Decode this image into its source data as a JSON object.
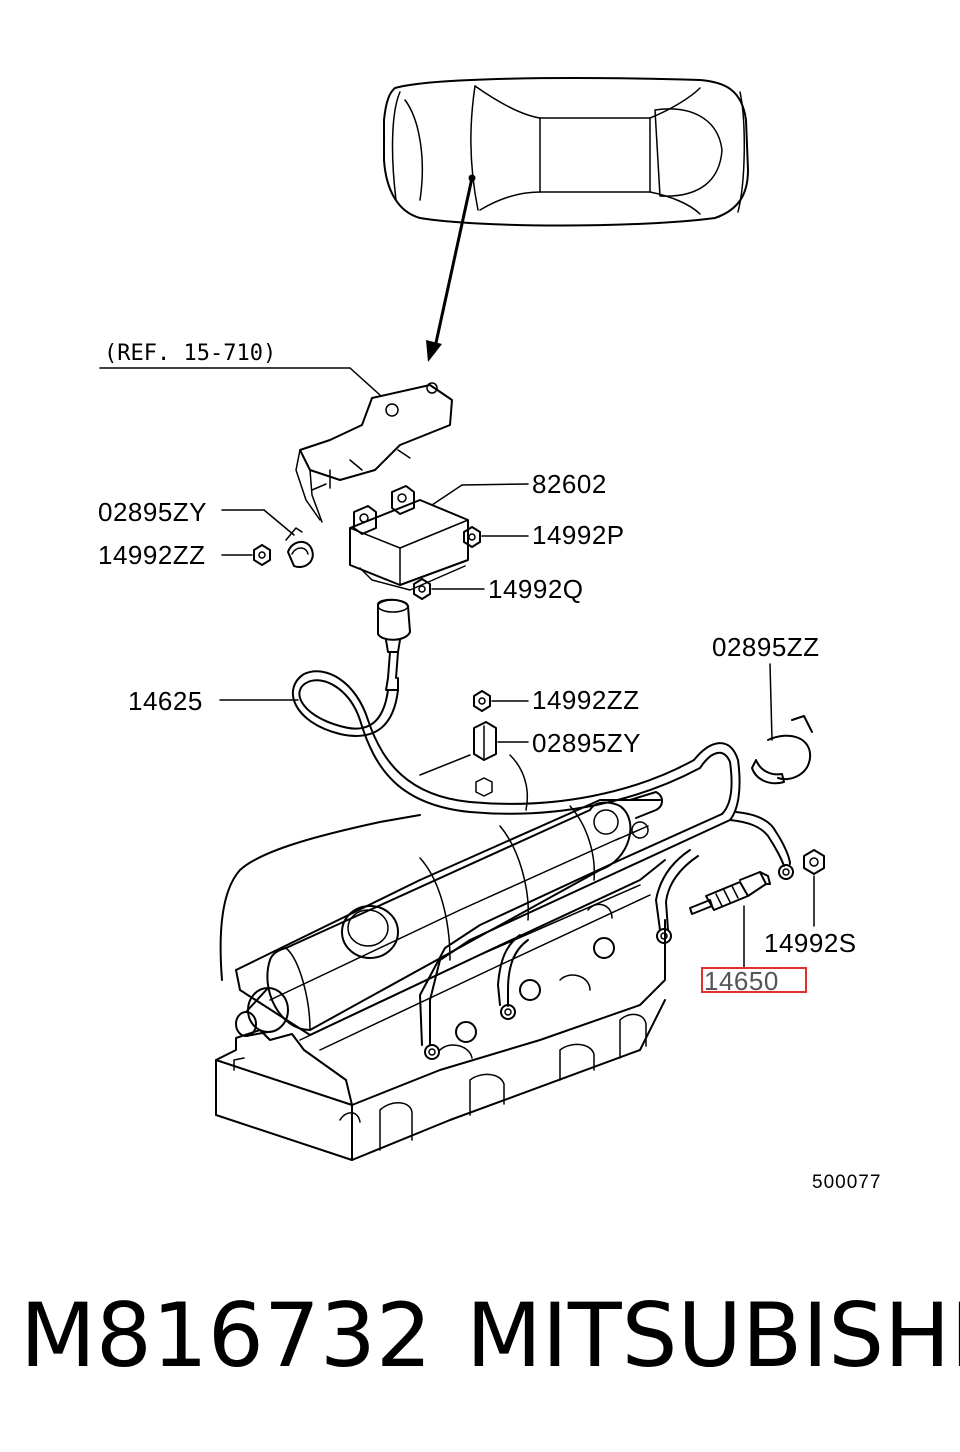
{
  "diagram": {
    "ref_label": "(REF. 15-710)",
    "labels": {
      "p82602": "82602",
      "p02895zy_top": "02895ZY",
      "p14992zz_top": "14992ZZ",
      "p14992p": "14992P",
      "p14992q": "14992Q",
      "p14625": "14625",
      "p02895zz": "02895ZZ",
      "p14992zz_mid": "14992ZZ",
      "p02895zy_mid": "02895ZY",
      "p14992s": "14992S",
      "p14650": "14650"
    },
    "diagram_code": "500077",
    "highlight_color": "#e03030"
  },
  "footer": {
    "part_number": "M816732",
    "brand": "MITSUBISHI"
  }
}
